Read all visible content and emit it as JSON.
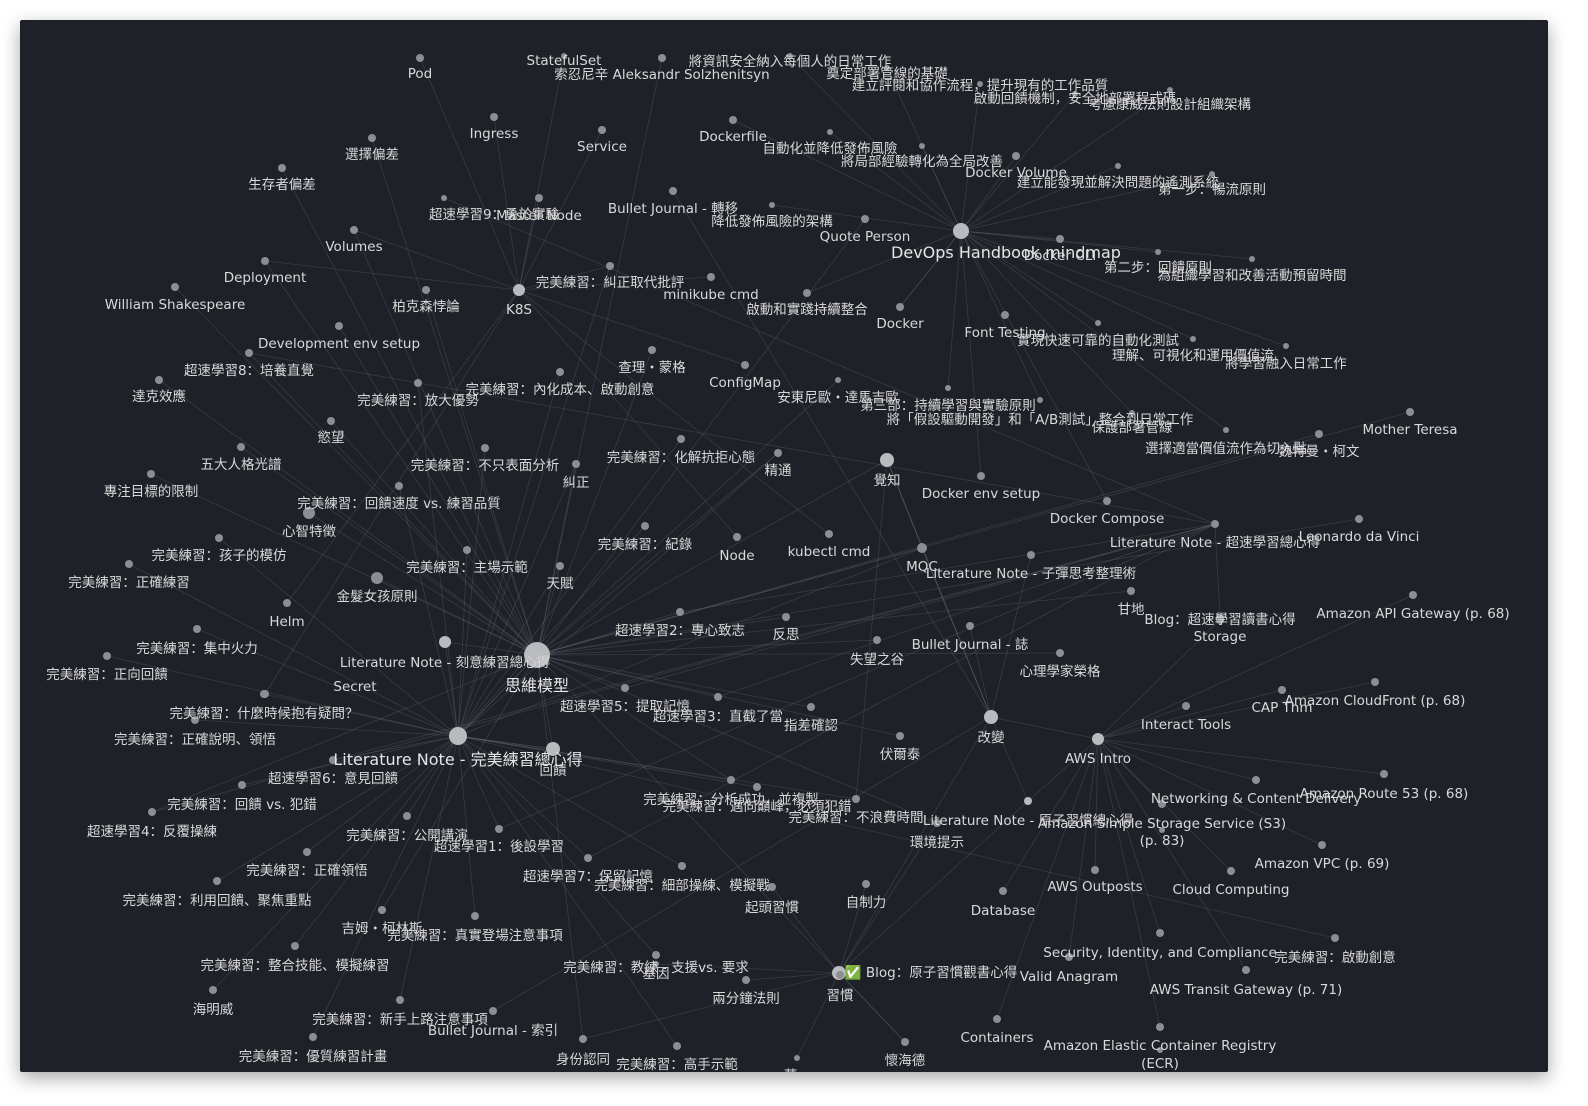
{
  "graph": {
    "nodes": [
      {
        "id": "n1",
        "label": "Pod"
      },
      {
        "id": "n2",
        "label": "StatefulSet"
      },
      {
        "id": "n3",
        "label": "索忍尼辛 Aleksandr Solzhenitsyn"
      },
      {
        "id": "n4",
        "label": "將資訊安全納入每個人的日常工作"
      },
      {
        "id": "n5",
        "label": "奠定部署管線的基礎"
      },
      {
        "id": "n6",
        "label": "建立評閱和協作流程，提升現有的工作品質"
      },
      {
        "id": "n7",
        "label": "啟動回饋機制，安全地部署程式碼"
      },
      {
        "id": "n8",
        "label": "考慮康威法則設計組織架構"
      },
      {
        "id": "n9",
        "label": "Ingress"
      },
      {
        "id": "n10",
        "label": "Service"
      },
      {
        "id": "n11",
        "label": "Dockerfile"
      },
      {
        "id": "n12",
        "label": "選擇偏差"
      },
      {
        "id": "n13",
        "label": "自動化並降低發佈風險"
      },
      {
        "id": "n14",
        "label": "將局部經驗轉化為全局改善"
      },
      {
        "id": "n15",
        "label": "生存者偏差"
      },
      {
        "id": "n16",
        "label": "Docker Volume"
      },
      {
        "id": "n17",
        "label": "建立能發現並解決問題的遙測系統"
      },
      {
        "id": "n18",
        "label": "第一步：暢流原則"
      },
      {
        "id": "n19",
        "label": "超速學習9：勇於實驗"
      },
      {
        "id": "n20",
        "label": "Master Node"
      },
      {
        "id": "n21",
        "label": "Bullet Journal - 轉移"
      },
      {
        "id": "n22",
        "label": "降低發佈風險的架構"
      },
      {
        "id": "n23",
        "label": "Quote Person"
      },
      {
        "id": "n24",
        "label": "Volumes"
      },
      {
        "id": "n25",
        "label": "DevOps Handbook mindmap"
      },
      {
        "id": "n26",
        "label": "Docker CLI"
      },
      {
        "id": "n27",
        "label": "第二步：回饋原則"
      },
      {
        "id": "n28",
        "label": "為組織學習和改善活動預留時間"
      },
      {
        "id": "n29",
        "label": "Deployment"
      },
      {
        "id": "n30",
        "label": "完美練習：糾正取代批評"
      },
      {
        "id": "n31",
        "label": "William Shakespeare"
      },
      {
        "id": "n32",
        "label": "柏克森悖論"
      },
      {
        "id": "n33",
        "label": "K8S"
      },
      {
        "id": "n34",
        "label": "minikube cmd"
      },
      {
        "id": "n35",
        "label": "啟動和實踐持續整合"
      },
      {
        "id": "n36",
        "label": "Docker"
      },
      {
        "id": "n37",
        "label": "Font Testing"
      },
      {
        "id": "n38",
        "label": "實現快速可靠的自動化測試"
      },
      {
        "id": "n39",
        "label": "Development env setup"
      },
      {
        "id": "n40",
        "label": "理解、可視化和運用價值流"
      },
      {
        "id": "n41",
        "label": "將學習融入日常工作"
      },
      {
        "id": "n42",
        "label": "超速學習8：培養直覺"
      },
      {
        "id": "n43",
        "label": "查理・蒙格"
      },
      {
        "id": "n44",
        "label": "ConfigMap"
      },
      {
        "id": "n45",
        "label": "完美練習：內化成本、啟動創意"
      },
      {
        "id": "n46",
        "label": "達克效應"
      },
      {
        "id": "n47",
        "label": "完美練習：放大優勢"
      },
      {
        "id": "n48",
        "label": "安東尼歐・達馬吉歐"
      },
      {
        "id": "n49",
        "label": "第三部：持續學習與實驗原則"
      },
      {
        "id": "n50",
        "label": "將「假設驅動開發」和「A/B測試」整合到日常工作"
      },
      {
        "id": "n51",
        "label": "保護部署管線"
      },
      {
        "id": "n52",
        "label": "Mother Teresa"
      },
      {
        "id": "n53",
        "label": "慾望"
      },
      {
        "id": "n54",
        "label": "選擇適當價值流作為切入點"
      },
      {
        "id": "n55",
        "label": "魏特曼・柯文"
      },
      {
        "id": "n56",
        "label": "五大人格光譜"
      },
      {
        "id": "n57",
        "label": "完美練習：不只表面分析"
      },
      {
        "id": "n58",
        "label": "完美練習：化解抗拒心態"
      },
      {
        "id": "n59",
        "label": "精通"
      },
      {
        "id": "n60",
        "label": "專注目標的限制"
      },
      {
        "id": "n61",
        "label": "糾正"
      },
      {
        "id": "n62",
        "label": "覺知"
      },
      {
        "id": "n63",
        "label": "Docker env setup"
      },
      {
        "id": "n64",
        "label": "完美練習：回饋速度 vs. 練習品質"
      },
      {
        "id": "n65",
        "label": "心智特徵"
      },
      {
        "id": "n66",
        "label": "Docker Compose"
      },
      {
        "id": "n67",
        "label": "Literature Note - 超速學習總心得"
      },
      {
        "id": "n68",
        "label": "Leonardo da Vinci"
      },
      {
        "id": "n69",
        "label": "完美練習：孩子的模仿"
      },
      {
        "id": "n70",
        "label": "完美練習：紀錄"
      },
      {
        "id": "n71",
        "label": "Node"
      },
      {
        "id": "n72",
        "label": "kubectl cmd"
      },
      {
        "id": "n73",
        "label": "完美練習：主場示範"
      },
      {
        "id": "n74",
        "label": "MQC"
      },
      {
        "id": "n75",
        "label": "Literature Note - 子彈思考整理術"
      },
      {
        "id": "n76",
        "label": "完美練習：正確練習"
      },
      {
        "id": "n77",
        "label": "天賦"
      },
      {
        "id": "n78",
        "label": "金髮女孩原則"
      },
      {
        "id": "n79",
        "label": "甘地"
      },
      {
        "id": "n80",
        "label": "Helm"
      },
      {
        "id": "n81",
        "label": "Blog：超速學習讀書心得"
      },
      {
        "id": "n82",
        "label": "Amazon API Gateway (p. 68)"
      },
      {
        "id": "n83",
        "label": "Storage"
      },
      {
        "id": "n84",
        "label": "超速學習2：專心致志"
      },
      {
        "id": "n85",
        "label": "反思"
      },
      {
        "id": "n86",
        "label": "完美練習：集中火力"
      },
      {
        "id": "n87",
        "label": "Bullet Journal - 誌"
      },
      {
        "id": "n88",
        "label": "Literature Note - 刻意練習總心得"
      },
      {
        "id": "n89",
        "label": "失望之谷"
      },
      {
        "id": "n90",
        "label": "完美練習：正向回饋"
      },
      {
        "id": "n91",
        "label": "心理學家榮格"
      },
      {
        "id": "n92",
        "label": "思維模型"
      },
      {
        "id": "n93",
        "label": "Secret"
      },
      {
        "id": "n94",
        "label": "Amazon CloudFront (p. 68)"
      },
      {
        "id": "n95",
        "label": "CAP Thm"
      },
      {
        "id": "n96",
        "label": "超速學習5：提取記憶"
      },
      {
        "id": "n97",
        "label": "完美練習：什麼時候抱有疑問？"
      },
      {
        "id": "n98",
        "label": "超速學習3：直截了當"
      },
      {
        "id": "n99",
        "label": "Interact Tools"
      },
      {
        "id": "n100",
        "label": "指差確認"
      },
      {
        "id": "n101",
        "label": "完美練習：正確說明、領悟"
      },
      {
        "id": "n102",
        "label": "改變"
      },
      {
        "id": "n103",
        "label": "伏爾泰"
      },
      {
        "id": "n104",
        "label": "Literature Note - 完美練習總心得"
      },
      {
        "id": "n105",
        "label": "AWS Intro"
      },
      {
        "id": "n106",
        "label": "回饋"
      },
      {
        "id": "n107",
        "label": "超速學習6：意見回饋"
      },
      {
        "id": "n108",
        "label": "Amazon Route 53 (p. 68)"
      },
      {
        "id": "n109",
        "label": "完美練習：分析成功，並複製"
      },
      {
        "id": "n110",
        "label": "Networking & Content Delivery"
      },
      {
        "id": "n111",
        "label": "完美練習：回饋 vs. 犯錯"
      },
      {
        "id": "n112",
        "label": "完美練習：邁向巔峰，必須犯錯"
      },
      {
        "id": "n113",
        "label": "完美練習：不浪費時間"
      },
      {
        "id": "n114",
        "label": "Literature Note - 原子習慣總心得"
      },
      {
        "id": "n115",
        "label": "Amazon Simple Storage Service (S3)"
      },
      {
        "id": "n116",
        "label": "(p. 83)"
      },
      {
        "id": "n117",
        "label": "超速學習4：反覆操練"
      },
      {
        "id": "n118",
        "label": "完美練習：公開講演"
      },
      {
        "id": "n119",
        "label": "環境提示"
      },
      {
        "id": "n120",
        "label": "超速學習1：後設學習"
      },
      {
        "id": "n121",
        "label": "Amazon VPC (p. 69)"
      },
      {
        "id": "n122",
        "label": "完美練習：正確領悟"
      },
      {
        "id": "n123",
        "label": "超速學習7：保留記憶"
      },
      {
        "id": "n124",
        "label": "完美練習：細部操練、模擬戰"
      },
      {
        "id": "n125",
        "label": "AWS Outposts"
      },
      {
        "id": "n126",
        "label": "Cloud Computing"
      },
      {
        "id": "n127",
        "label": "完美練習：利用回饋、聚焦重點"
      },
      {
        "id": "n128",
        "label": "起頭習慣"
      },
      {
        "id": "n129",
        "label": "自制力"
      },
      {
        "id": "n130",
        "label": "Database"
      },
      {
        "id": "n131",
        "label": "吉姆・柯林斯"
      },
      {
        "id": "n132",
        "label": "完美練習：真實登場注意事項"
      },
      {
        "id": "n133",
        "label": "Security, Identity, and Compliance"
      },
      {
        "id": "n134",
        "label": "完美練習：啟動創意"
      },
      {
        "id": "n135",
        "label": "完美練習：整合技能、模擬練習"
      },
      {
        "id": "n136",
        "label": "完美練習：教練 - 支援vs. 要求"
      },
      {
        "id": "n137",
        "label": "基因"
      },
      {
        "id": "n138",
        "label": "✅ Blog：原子習慣觀書心得"
      },
      {
        "id": "n139",
        "label": "Valid Anagram"
      },
      {
        "id": "n140",
        "label": "AWS Transit Gateway (p. 71)"
      },
      {
        "id": "n141",
        "label": "海明威"
      },
      {
        "id": "n142",
        "label": "兩分鐘法則"
      },
      {
        "id": "n143",
        "label": "習慣"
      },
      {
        "id": "n144",
        "label": "完美練習：新手上路注意事項"
      },
      {
        "id": "n145",
        "label": "Bullet Journal - 索引"
      },
      {
        "id": "n146",
        "label": "Containers"
      },
      {
        "id": "n147",
        "label": "Amazon Elastic Container Registry"
      },
      {
        "id": "n148",
        "label": "(ECR)"
      },
      {
        "id": "n149",
        "label": "完美練習：優質練習計畫"
      },
      {
        "id": "n150",
        "label": "身份認同"
      },
      {
        "id": "n151",
        "label": "完美練習：高手示範"
      },
      {
        "id": "n152",
        "label": "懷海德"
      },
      {
        "id": "n153",
        "label": "華..."
      }
    ]
  }
}
